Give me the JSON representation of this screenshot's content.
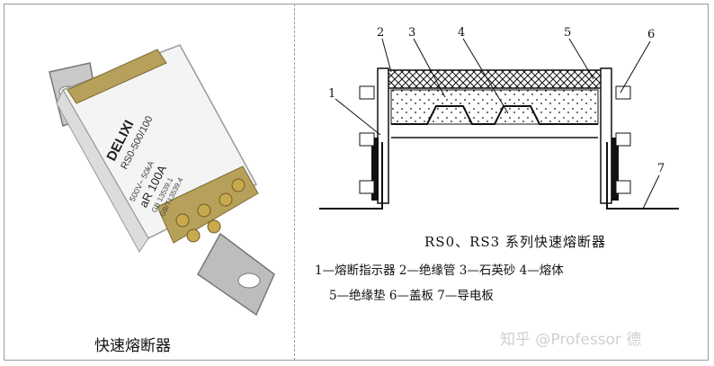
{
  "left_panel": {
    "caption": "快速熔断器",
    "product_label": {
      "brand": "DELIXI",
      "model": "RS0-500/100",
      "rating_line": "500V~ 50kA",
      "current": "aR 100A",
      "standard_1": "GB 13539.1",
      "standard_2": "GB/T13539.4"
    }
  },
  "right_panel": {
    "callout_numbers": [
      "1",
      "2",
      "3",
      "4",
      "5",
      "6",
      "7"
    ],
    "title": "RS0、RS3 系列快速熔断器",
    "legend_line_1": "1—熔断指示器  2—绝缘管  3—石英砂  4—熔体",
    "legend_line_2": "5—绝缘垫  6—盖板  7—导电板"
  },
  "watermark": "知乎 @Professor 德"
}
